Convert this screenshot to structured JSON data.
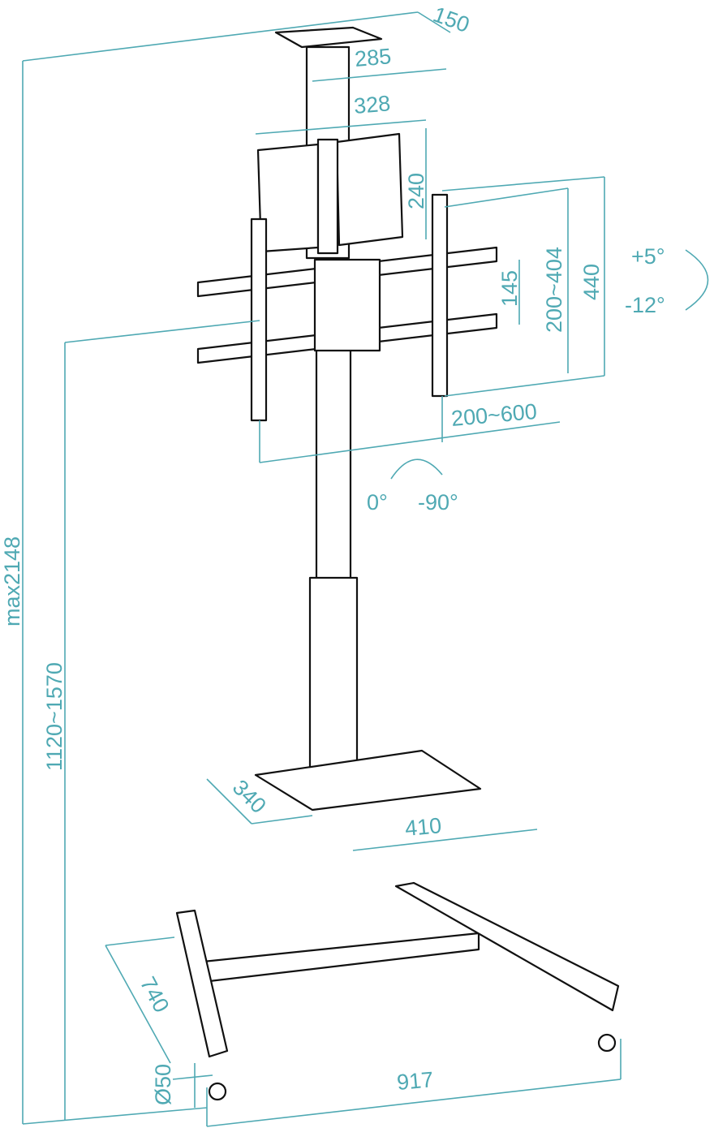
{
  "colors": {
    "dimension": "#4fa9b3",
    "outline": "#111111"
  },
  "dimensions": {
    "top_shelf_depth": "150",
    "top_shelf_width": "285",
    "plate_width": "328",
    "plate_height": "240",
    "bracket_inner": "145",
    "vesa_vertical": "200~404",
    "bracket_height": "440",
    "tilt_up": "+5°",
    "tilt_down": "-12°",
    "vesa_horizontal": "200~600",
    "rotate_start": "0°",
    "rotate_end": "-90°",
    "max_height": "max2148",
    "height_range": "1120~1570",
    "shelf_depth": "340",
    "shelf_width": "410",
    "base_depth": "740",
    "wheel_diameter": "Ø50",
    "base_width": "917"
  }
}
